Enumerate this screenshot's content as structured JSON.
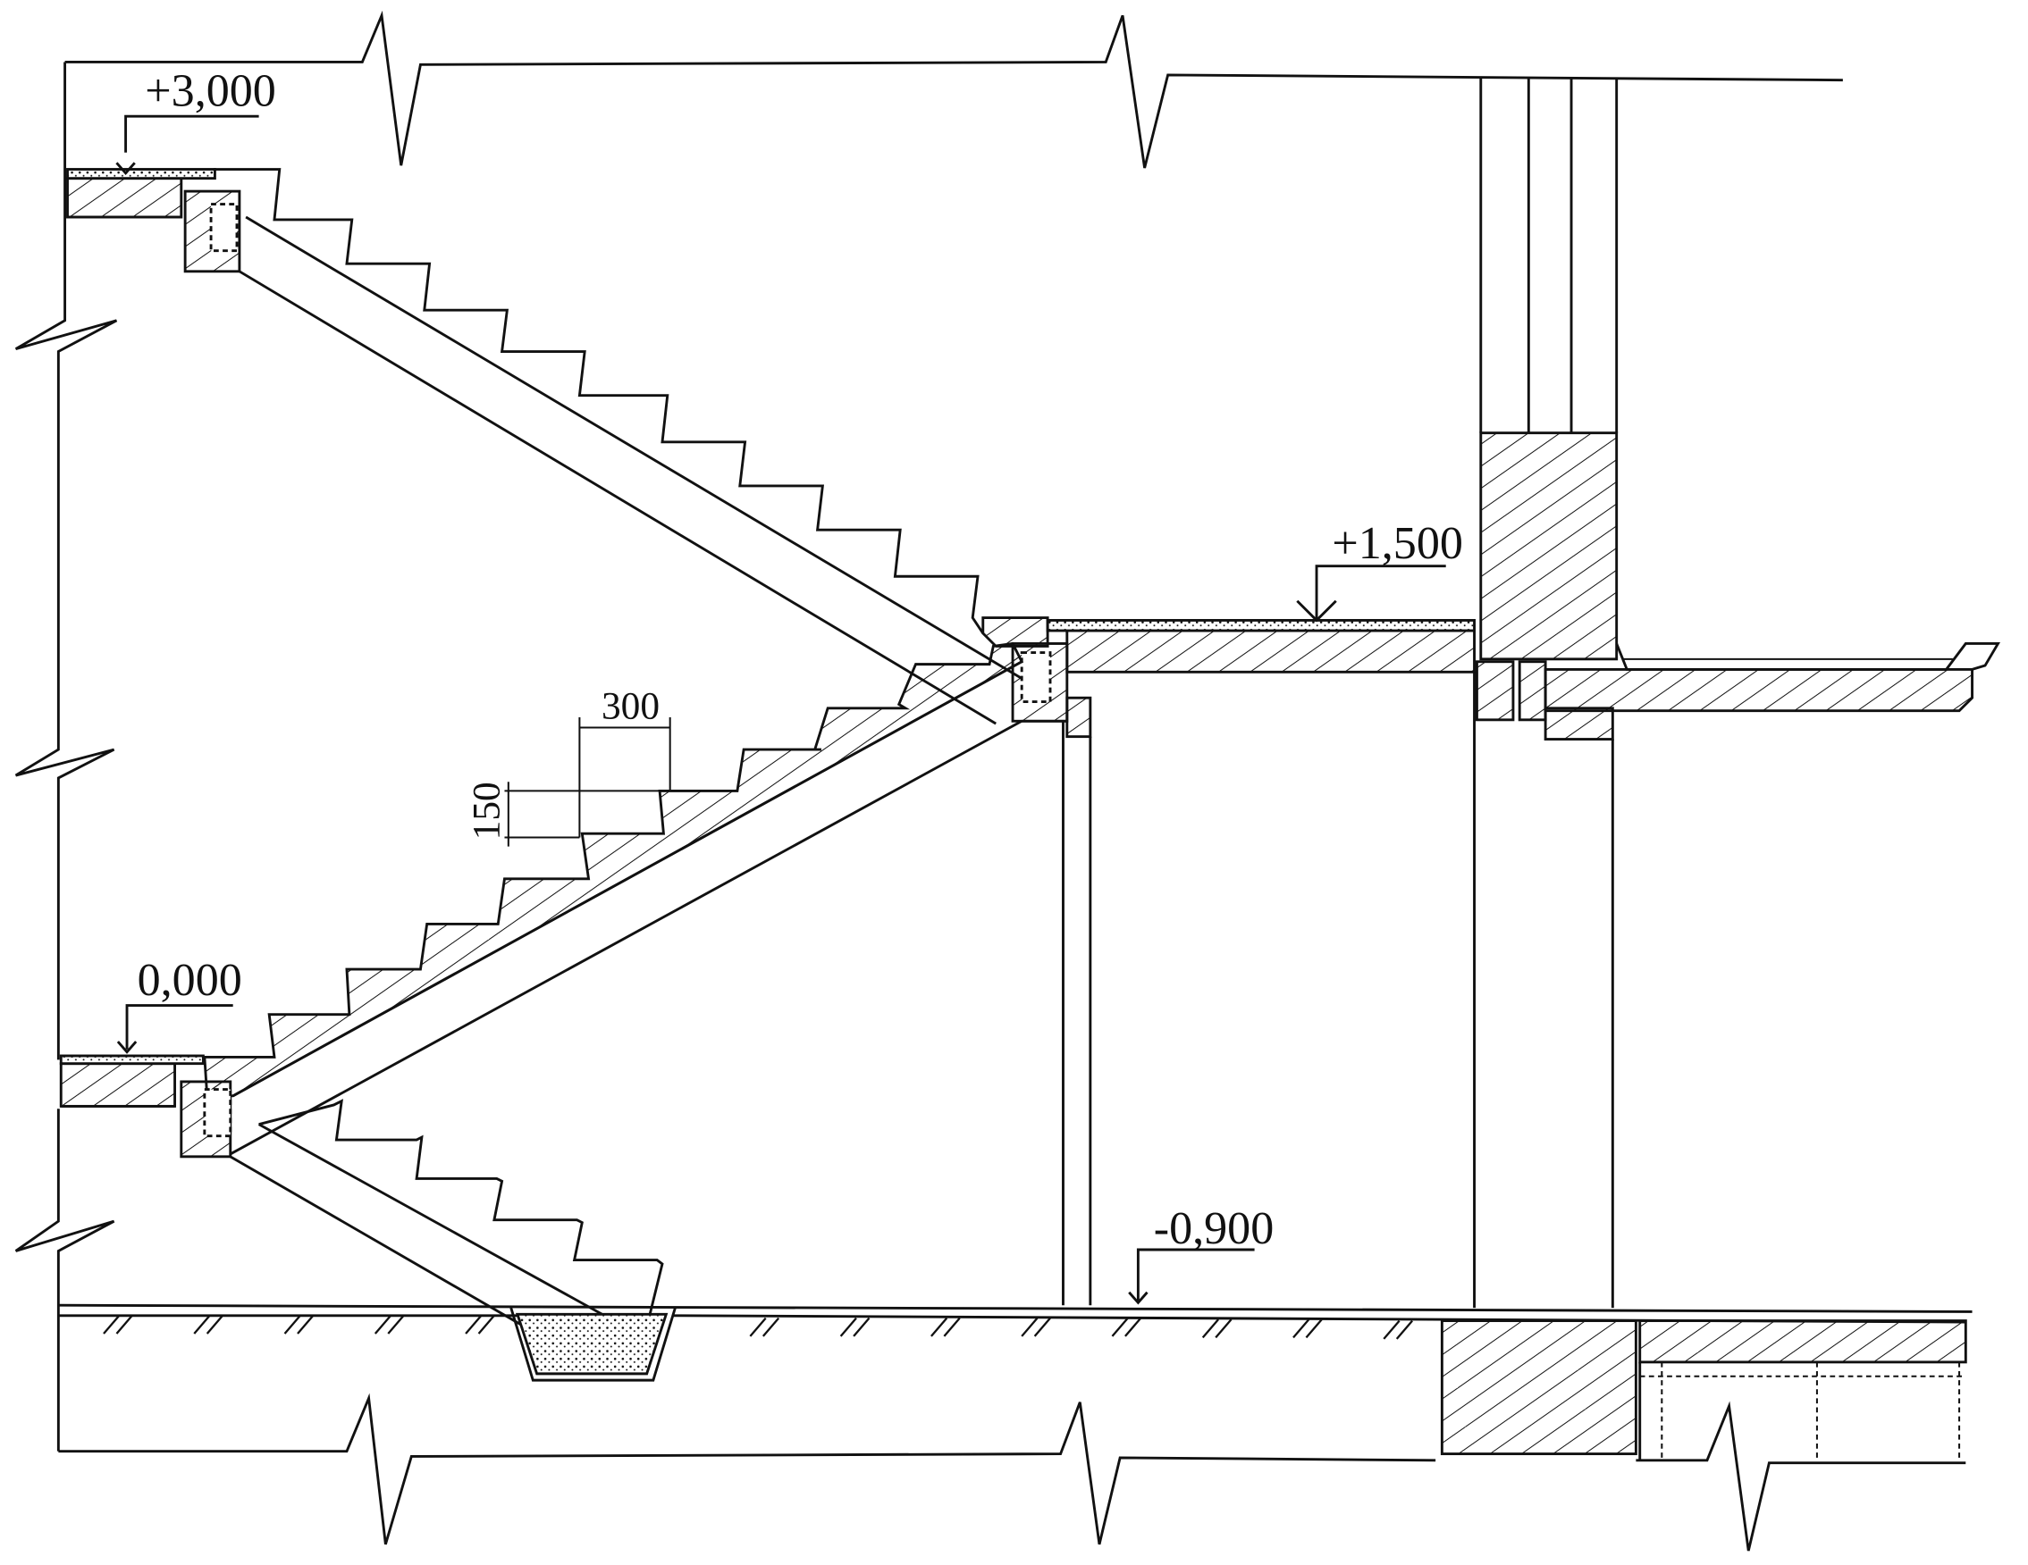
{
  "drawing": {
    "elevations": {
      "top_floor": "+3,000",
      "landing": "+1,500",
      "ground_floor": "0,000",
      "basement_floor": "-0,900"
    },
    "dimensions": {
      "tread": "300",
      "riser": "150"
    },
    "colors": {
      "ink": "#111111",
      "paper": "#ffffff"
    }
  }
}
